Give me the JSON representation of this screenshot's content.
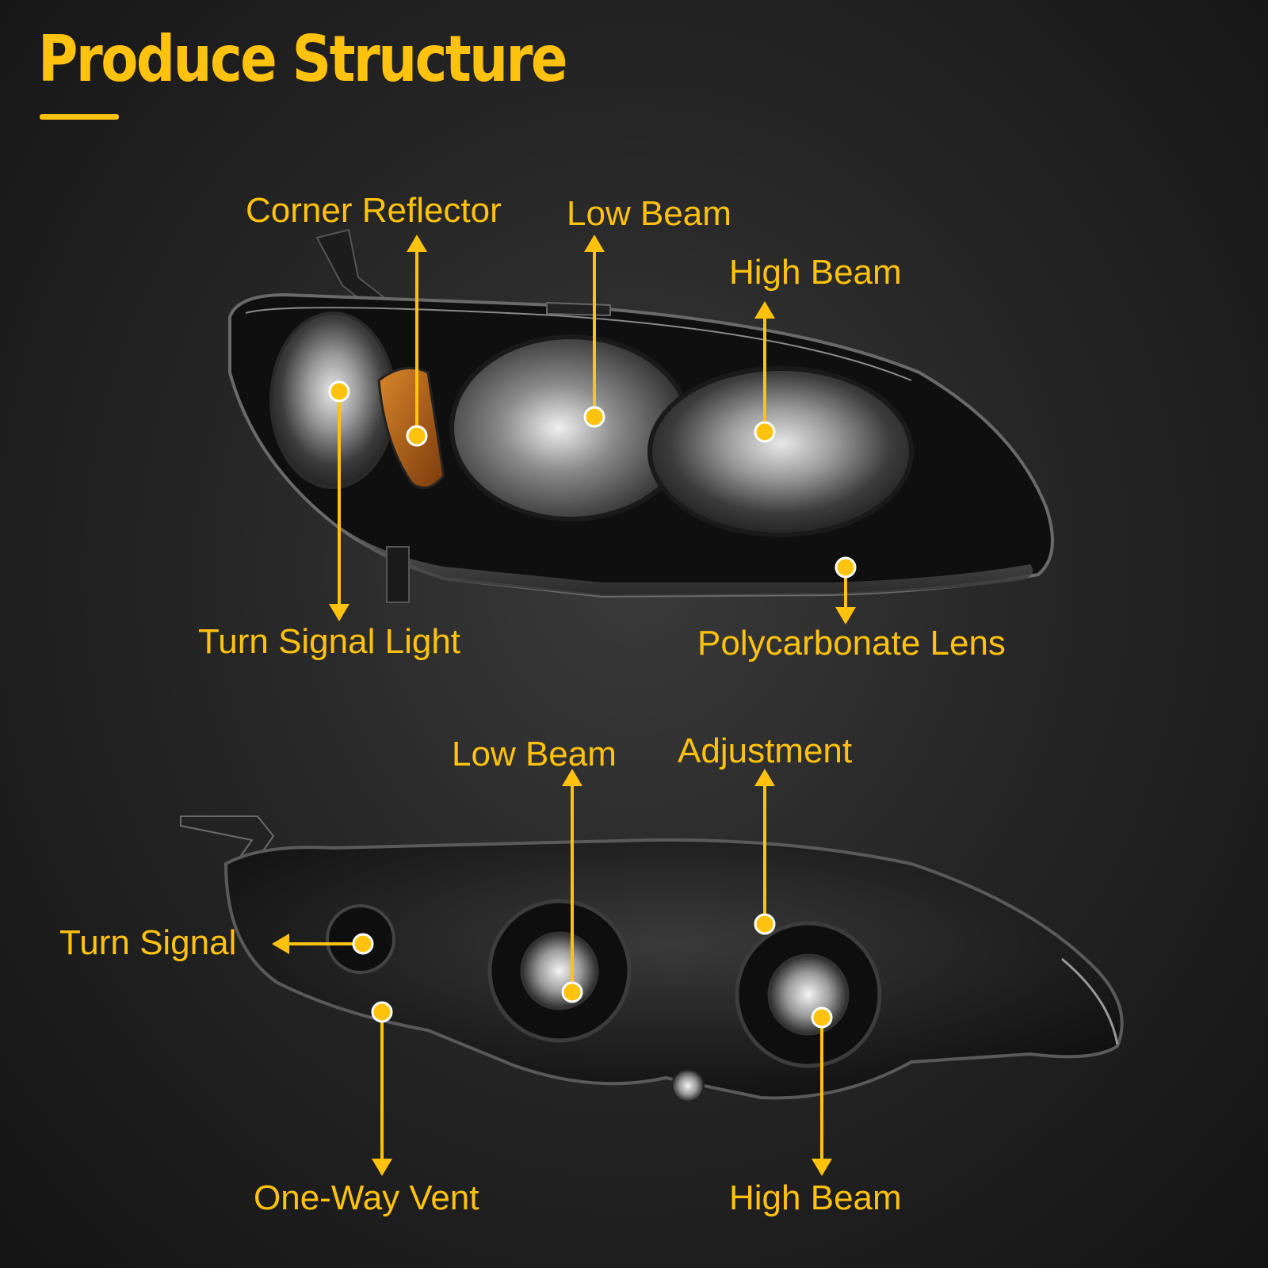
{
  "title": "Produce Structure",
  "accent_color": "#ffc20e",
  "front_view": {
    "corner_reflector": "Corner Reflector",
    "low_beam": "Low Beam",
    "high_beam": "High Beam",
    "turn_signal_light": "Turn Signal Light",
    "polycarbonate_lens": "Polycarbonate Lens"
  },
  "rear_view": {
    "low_beam": "Low Beam",
    "adjustment": "Adjustment",
    "turn_signal": "Turn Signal",
    "one_way_vent": "One-Way Vent",
    "high_beam": "High Beam"
  }
}
